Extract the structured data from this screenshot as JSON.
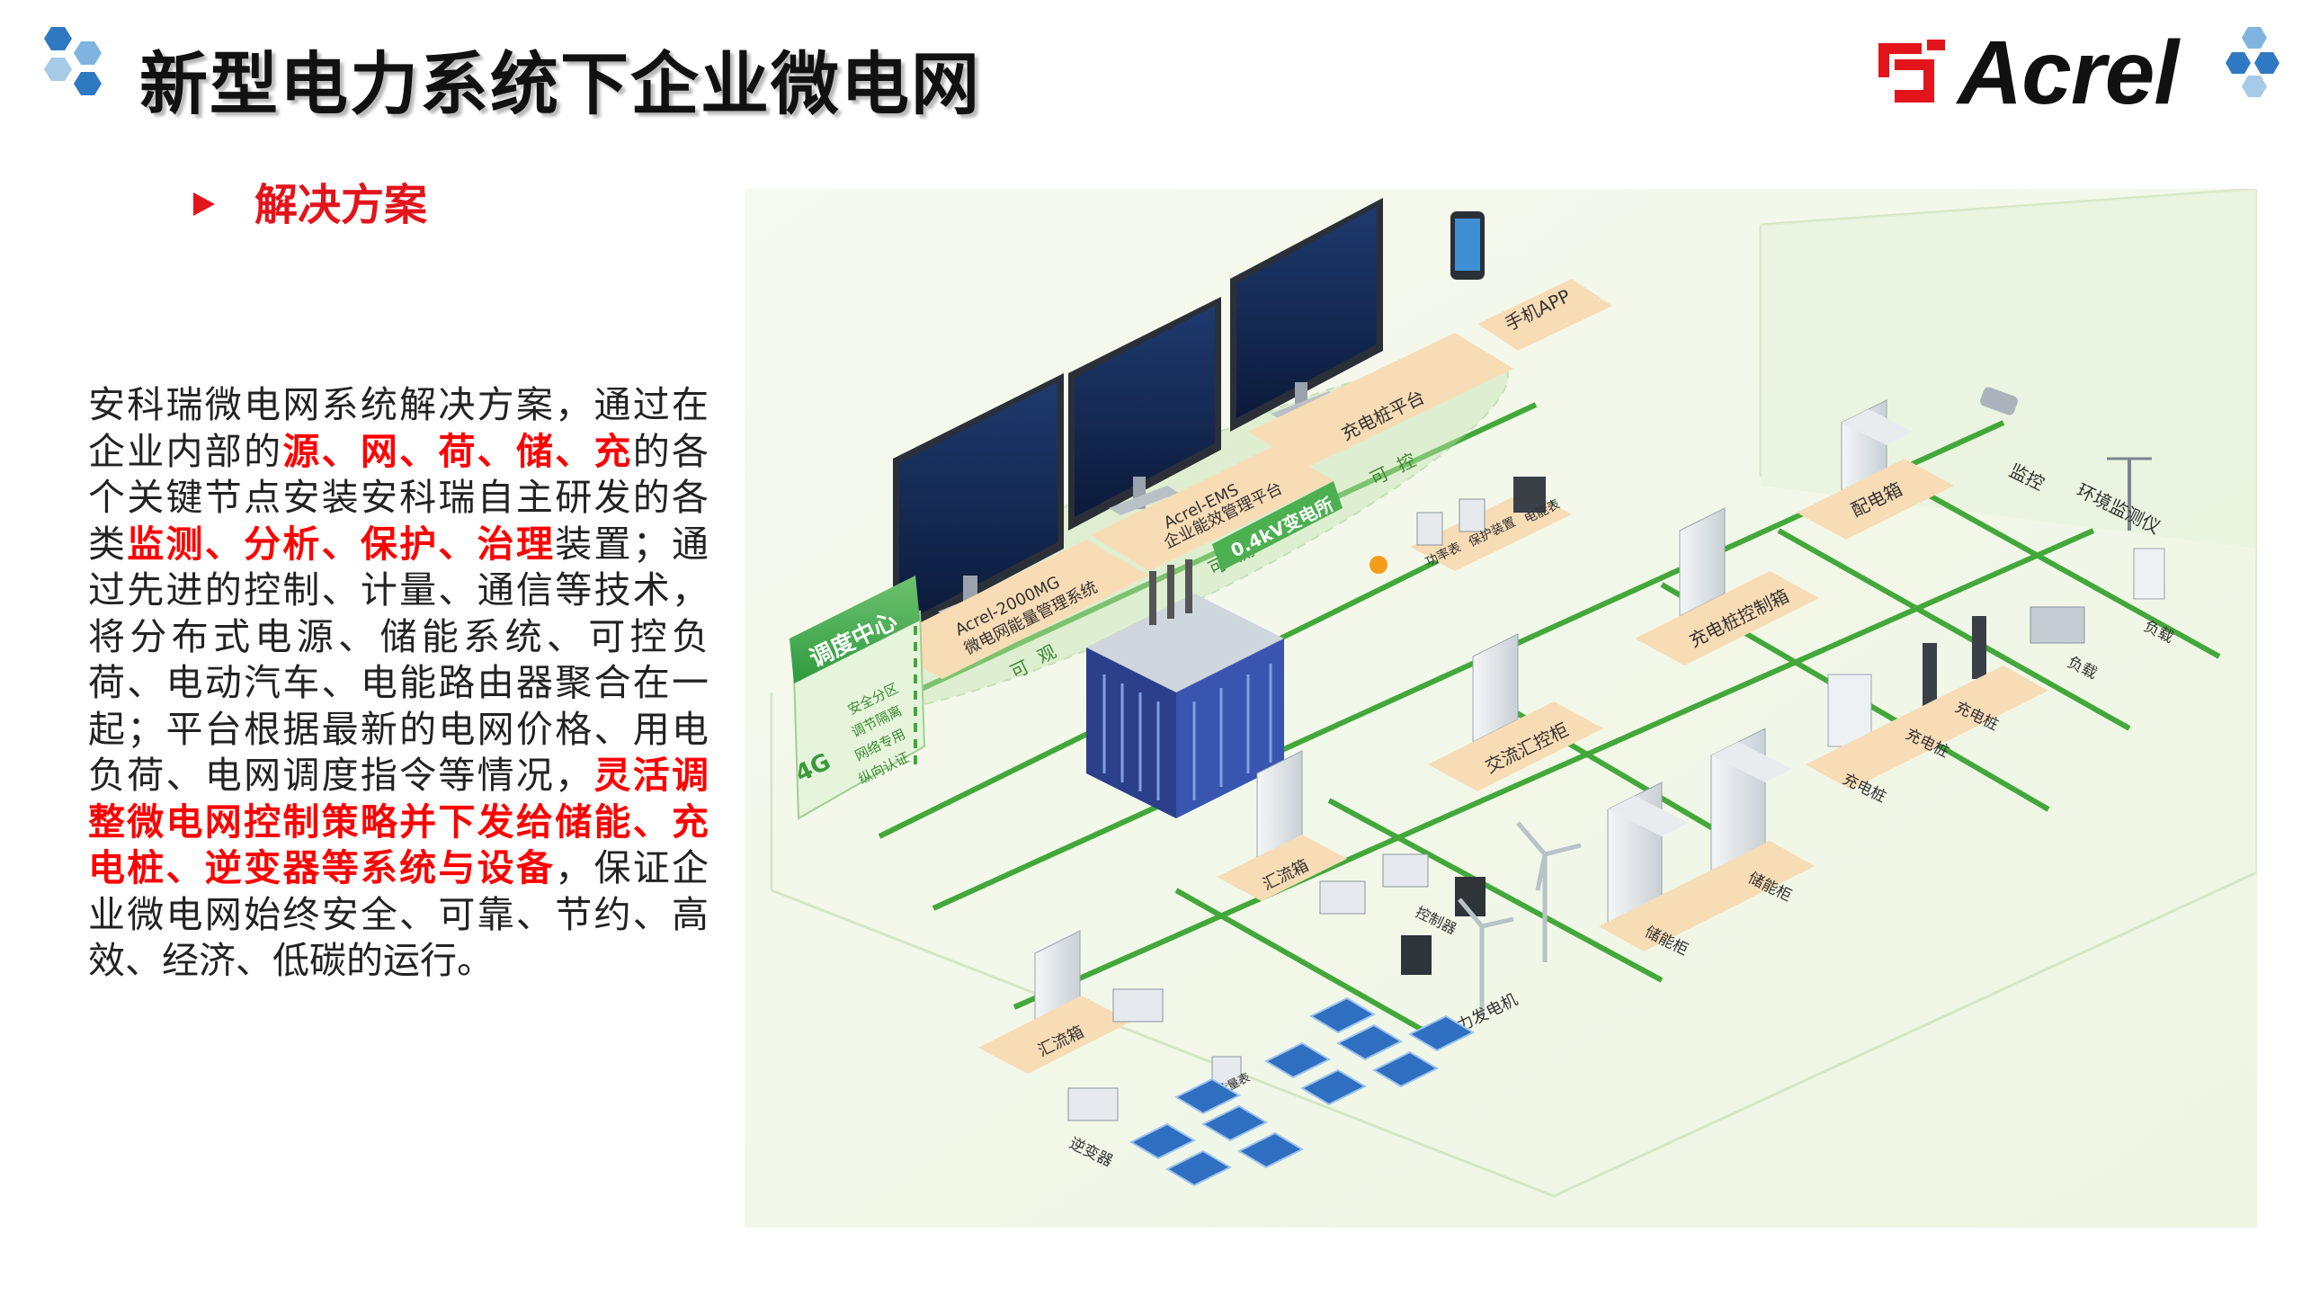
{
  "header": {
    "title": "新型电力系统下企业微电网",
    "brand": "Acrel",
    "accent_blue": "#3d8ec9",
    "accent_red": "#e3141b"
  },
  "section": {
    "subtitle": "解决方案"
  },
  "description": {
    "p1": "安科瑞微电网系统解决方案，通过在企业内部的",
    "h1": "源、网、荷、储、充",
    "p2": "的各个关键节点安装安科瑞自主研发的各类",
    "h2": "监测、分析、保护、治理",
    "p3": "装置；通过先进的控制、计量、通信等技术，将分布式电源、储能系统、可控负荷、电动汽车、电能路由器聚合在一起；平台根据最新的电网价格、用电负荷、电网调度指令等情况，",
    "h3": "灵活调整微电网控制策略并下发给储能、充电桩、逆变器等系统与设备",
    "p4": "，保证企业微电网始终安全、可靠、节约、高效、经济、低碳的运行。"
  },
  "diagram": {
    "platforms": {
      "mg_line1": "Acrel-2000MG",
      "mg_line2": "微电网能量管理系统",
      "ems_line1": "Acrel-EMS",
      "ems_line2": "企业能效管理平台",
      "charge": "充电桩平台",
      "app": "手机APP"
    },
    "dispatch": {
      "center": "调度中心",
      "signal": "4G",
      "items": [
        "安全分区",
        "调节隔离",
        "网络专用",
        "纵向认证"
      ]
    },
    "ring": {
      "t1": "可",
      "t2": "观",
      "t3": "可",
      "t4": "测",
      "t5": "可",
      "t6": "控"
    },
    "substation": "0.4kV变电所",
    "meters": [
      "功率表",
      "保护装置",
      "电能表"
    ],
    "devices": {
      "power_box": "配电箱",
      "monitor": "监控",
      "env": "环境监测仪",
      "charge_box": "充电桩控制箱",
      "ac_cabinet": "交流汇控柜",
      "pile1": "充电桩",
      "pile2": "充电桩",
      "pile3": "充电桩",
      "load1": "负载",
      "load2": "负载",
      "combiner1": "汇流箱",
      "controller": "控制器",
      "wind": "风力发电机",
      "storage1": "储能柜",
      "storage2": "储能柜",
      "combiner2": "汇流箱",
      "inverter": "逆变器",
      "meter_box": "计量表"
    }
  }
}
